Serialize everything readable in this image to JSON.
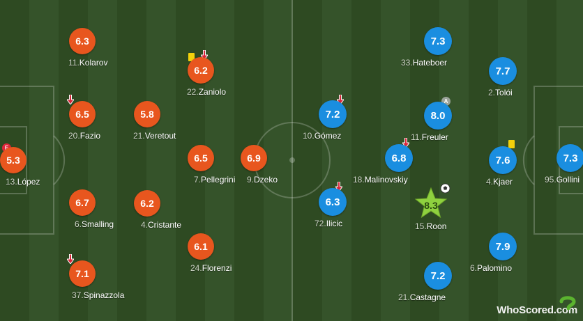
{
  "colors": {
    "home": "#e8561e",
    "away": "#1a8ee0",
    "mom": "#8fd13f",
    "yellow": "#f3d10b",
    "sub": "#d8263a"
  },
  "home": [
    {
      "id": "kolarov",
      "rating": "6.3",
      "num": "11.",
      "name": "Kolarov"
    },
    {
      "id": "zaniolo",
      "rating": "6.2",
      "num": "22.",
      "name": "Zaniolo"
    },
    {
      "id": "fazio",
      "rating": "6.5",
      "num": "20.",
      "name": "Fazio"
    },
    {
      "id": "veretout",
      "rating": "5.8",
      "num": "21.",
      "name": "Veretout"
    },
    {
      "id": "lopez",
      "rating": "5.3",
      "num": "13.",
      "name": "López"
    },
    {
      "id": "pellegrini",
      "rating": "6.5",
      "num": "7.",
      "name": "Pellegrini"
    },
    {
      "id": "dzeko",
      "rating": "6.9",
      "num": "9.",
      "name": "Dzeko"
    },
    {
      "id": "smalling",
      "rating": "6.7",
      "num": "6.",
      "name": "Smalling"
    },
    {
      "id": "cristante",
      "rating": "6.2",
      "num": "4.",
      "name": "Cristante"
    },
    {
      "id": "florenzi",
      "rating": "6.1",
      "num": "24.",
      "name": "Florenzi"
    },
    {
      "id": "spinazzola",
      "rating": "7.1",
      "num": "37.",
      "name": "Spinazzola"
    }
  ],
  "away": [
    {
      "id": "hateboer",
      "rating": "7.3",
      "num": "33.",
      "name": "Hateboer"
    },
    {
      "id": "toloi",
      "rating": "7.7",
      "num": "2.",
      "name": "Tolói"
    },
    {
      "id": "gomez",
      "rating": "7.2",
      "num": "10.",
      "name": "Gómez"
    },
    {
      "id": "freuler",
      "rating": "8.0",
      "num": "11.",
      "name": "Freuler"
    },
    {
      "id": "malinovskiy",
      "rating": "6.8",
      "num": "18.",
      "name": "Malinovskiy"
    },
    {
      "id": "kjaer",
      "rating": "7.6",
      "num": "4.",
      "name": "Kjaer"
    },
    {
      "id": "gollini",
      "rating": "7.3",
      "num": "95.",
      "name": "Gollini"
    },
    {
      "id": "ilicic",
      "rating": "6.3",
      "num": "72.",
      "name": "Ilicic"
    },
    {
      "id": "roon",
      "rating": "8.3",
      "num": "15.",
      "name": "Roon"
    },
    {
      "id": "palomino",
      "rating": "7.9",
      "num": "6.",
      "name": "Palomino"
    },
    {
      "id": "castagne",
      "rating": "7.2",
      "num": "21.",
      "name": "Castagne"
    }
  ],
  "badges": {
    "captain": "A",
    "error": "E"
  },
  "brand": {
    "text": "WhoScored.com"
  }
}
